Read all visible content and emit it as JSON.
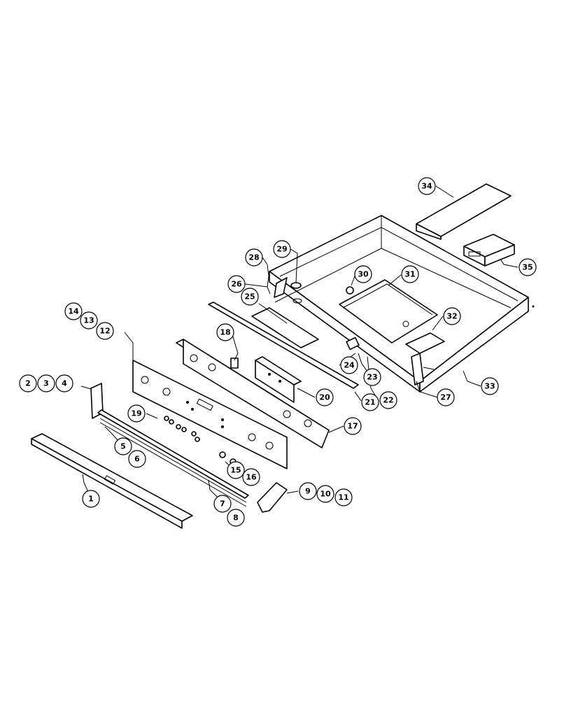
{
  "diagram": {
    "type": "exploded-parts-view",
    "callouts": [
      {
        "id": "c1",
        "label": "1"
      },
      {
        "id": "c2",
        "label": "2"
      },
      {
        "id": "c3",
        "label": "3"
      },
      {
        "id": "c4",
        "label": "4"
      },
      {
        "id": "c5",
        "label": "5"
      },
      {
        "id": "c6",
        "label": "6"
      },
      {
        "id": "c7",
        "label": "7"
      },
      {
        "id": "c8",
        "label": "8"
      },
      {
        "id": "c9",
        "label": "9"
      },
      {
        "id": "c10",
        "label": "10"
      },
      {
        "id": "c11",
        "label": "11"
      },
      {
        "id": "c12",
        "label": "12"
      },
      {
        "id": "c13",
        "label": "13"
      },
      {
        "id": "c14",
        "label": "14"
      },
      {
        "id": "c15",
        "label": "15"
      },
      {
        "id": "c16",
        "label": "16"
      },
      {
        "id": "c17",
        "label": "17"
      },
      {
        "id": "c18",
        "label": "18"
      },
      {
        "id": "c19",
        "label": "19"
      },
      {
        "id": "c20",
        "label": "20"
      },
      {
        "id": "c21",
        "label": "21"
      },
      {
        "id": "c22",
        "label": "22"
      },
      {
        "id": "c23",
        "label": "23"
      },
      {
        "id": "c24",
        "label": "24"
      },
      {
        "id": "c25",
        "label": "25"
      },
      {
        "id": "c26",
        "label": "26"
      },
      {
        "id": "c27",
        "label": "27"
      },
      {
        "id": "c28",
        "label": "28"
      },
      {
        "id": "c29",
        "label": "29"
      },
      {
        "id": "c30",
        "label": "30"
      },
      {
        "id": "c31",
        "label": "31"
      },
      {
        "id": "c32",
        "label": "32"
      },
      {
        "id": "c33",
        "label": "33"
      },
      {
        "id": "c34",
        "label": "34"
      },
      {
        "id": "c35",
        "label": "35"
      }
    ]
  }
}
